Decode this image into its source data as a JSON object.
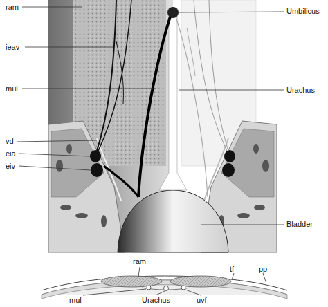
{
  "diagram": {
    "labels": [
      "ram",
      "ieav",
      "mul",
      "vd",
      "eia",
      "eiv",
      "Umbilicus",
      "Urachus",
      "Bladder",
      "ram",
      "tf",
      "pp",
      "mul",
      "Urachus",
      "uvf"
    ]
  }
}
